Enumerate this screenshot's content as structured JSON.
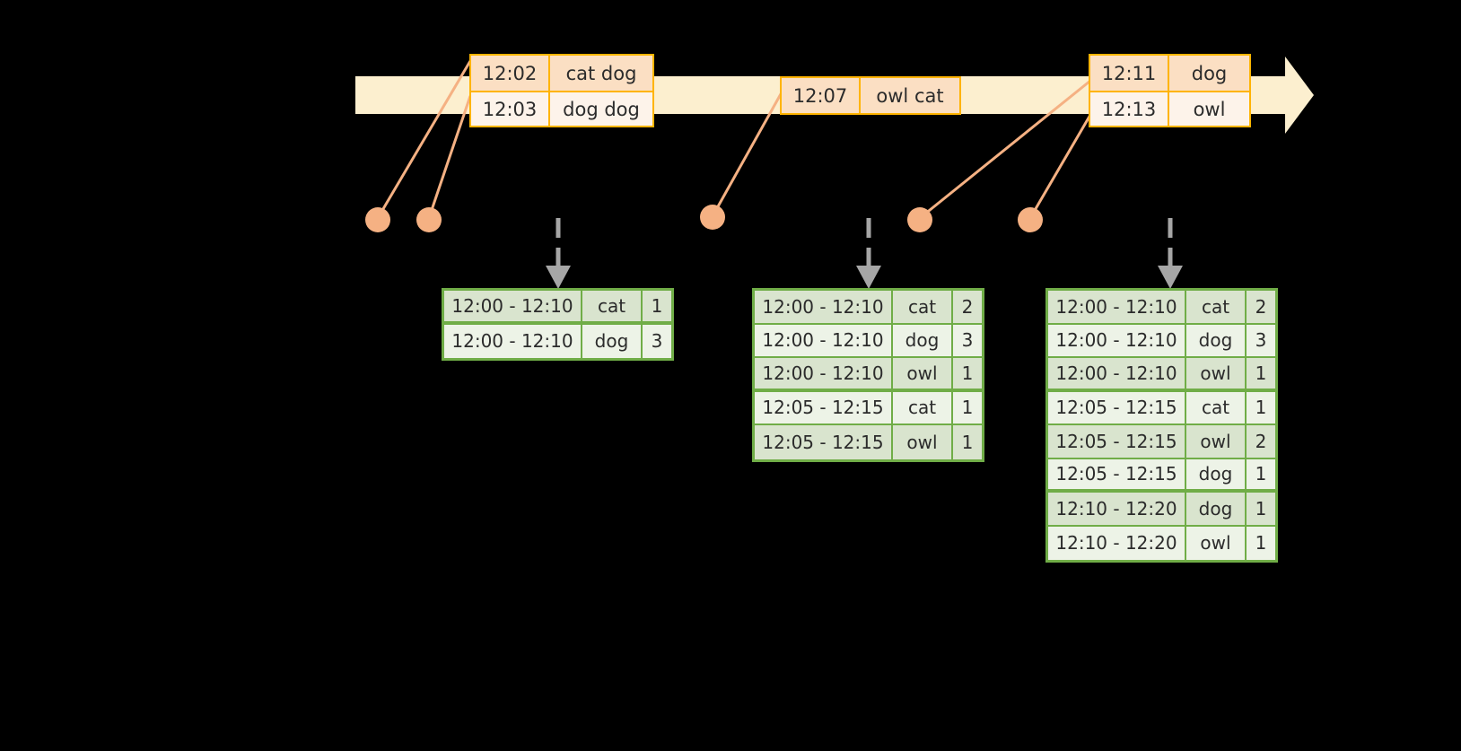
{
  "colors": {
    "background": "#000000",
    "timeline_bar": "#FCEFCF",
    "event_border": "#FFB400",
    "event_fill_dark": "#FBDFC3",
    "event_fill_light": "#FDF3EA",
    "connector": "#F5B183",
    "dot": "#F5B183",
    "table_border": "#70AD47",
    "table_fill_dark": "#D9E4CE",
    "table_fill_light": "#EDF3E7",
    "dashed_arrow": "#A6A6A6",
    "text": "#2B2B2B"
  },
  "timeline": {
    "arrow_icon": "right-arrow-icon",
    "event_groups": [
      {
        "name": "event-group-1",
        "events": [
          {
            "time": "12:02",
            "words": "cat dog"
          },
          {
            "time": "12:03",
            "words": "dog dog"
          }
        ]
      },
      {
        "name": "event-group-2",
        "events": [
          {
            "time": "12:07",
            "words": "owl cat"
          }
        ]
      },
      {
        "name": "event-group-3",
        "events": [
          {
            "time": "12:11",
            "words": "dog"
          },
          {
            "time": "12:13",
            "words": "owl"
          }
        ]
      }
    ]
  },
  "results": [
    {
      "name": "result-table-1",
      "rows": [
        {
          "window": "12:00 - 12:10",
          "word": "cat",
          "count": "1"
        },
        {
          "window": "12:00 - 12:10",
          "word": "dog",
          "count": "3"
        }
      ]
    },
    {
      "name": "result-table-2",
      "rows": [
        {
          "window": "12:00 - 12:10",
          "word": "cat",
          "count": "2"
        },
        {
          "window": "12:00 - 12:10",
          "word": "dog",
          "count": "3"
        },
        {
          "window": "12:00 - 12:10",
          "word": "owl",
          "count": "1"
        },
        {
          "window": "12:05 - 12:15",
          "word": "cat",
          "count": "1"
        },
        {
          "window": "12:05 - 12:15",
          "word": "owl",
          "count": "1"
        }
      ]
    },
    {
      "name": "result-table-3",
      "rows": [
        {
          "window": "12:00 - 12:10",
          "word": "cat",
          "count": "2"
        },
        {
          "window": "12:00 - 12:10",
          "word": "dog",
          "count": "3"
        },
        {
          "window": "12:00 - 12:10",
          "word": "owl",
          "count": "1"
        },
        {
          "window": "12:05 - 12:15",
          "word": "cat",
          "count": "1"
        },
        {
          "window": "12:05 - 12:15",
          "word": "owl",
          "count": "2"
        },
        {
          "window": "12:05 - 12:15",
          "word": "dog",
          "count": "1"
        },
        {
          "window": "12:10 - 12:20",
          "word": "dog",
          "count": "1"
        },
        {
          "window": "12:10 - 12:20",
          "word": "owl",
          "count": "1"
        }
      ]
    }
  ]
}
